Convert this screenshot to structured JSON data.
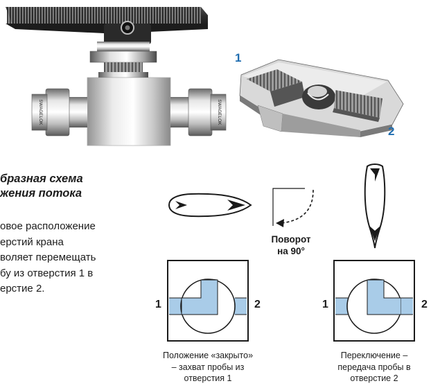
{
  "valve_photo": {
    "brand_left": "SWAGELOK",
    "brand_right": "SWAGELOK"
  },
  "cutaway": {
    "port_1": "1",
    "port_2": "2"
  },
  "heading": {
    "line1": "бразная схема",
    "line2": "жения потока"
  },
  "body": {
    "line1": "овое расположение",
    "line2": "ерстий крана",
    "line3": "воляет перемещать",
    "line4": "бу из отверстия 1 в",
    "line5": "ерстие 2."
  },
  "rotation": {
    "line1": "Поворот",
    "line2": "на 90°"
  },
  "diagram_left": {
    "port_1": "1",
    "port_2": "2",
    "caption_line1": "Положение «закрыто»",
    "caption_line2": "– захват пробы из",
    "caption_line3": "отверстия 1"
  },
  "diagram_right": {
    "port_1": "1",
    "port_2": "2",
    "caption_line1": "Переключение –",
    "caption_line2": "передача пробы в",
    "caption_line3": "отверстие 2"
  },
  "colors": {
    "flow_fill": "#a9cce8",
    "accent_blue": "#1f6db0"
  }
}
